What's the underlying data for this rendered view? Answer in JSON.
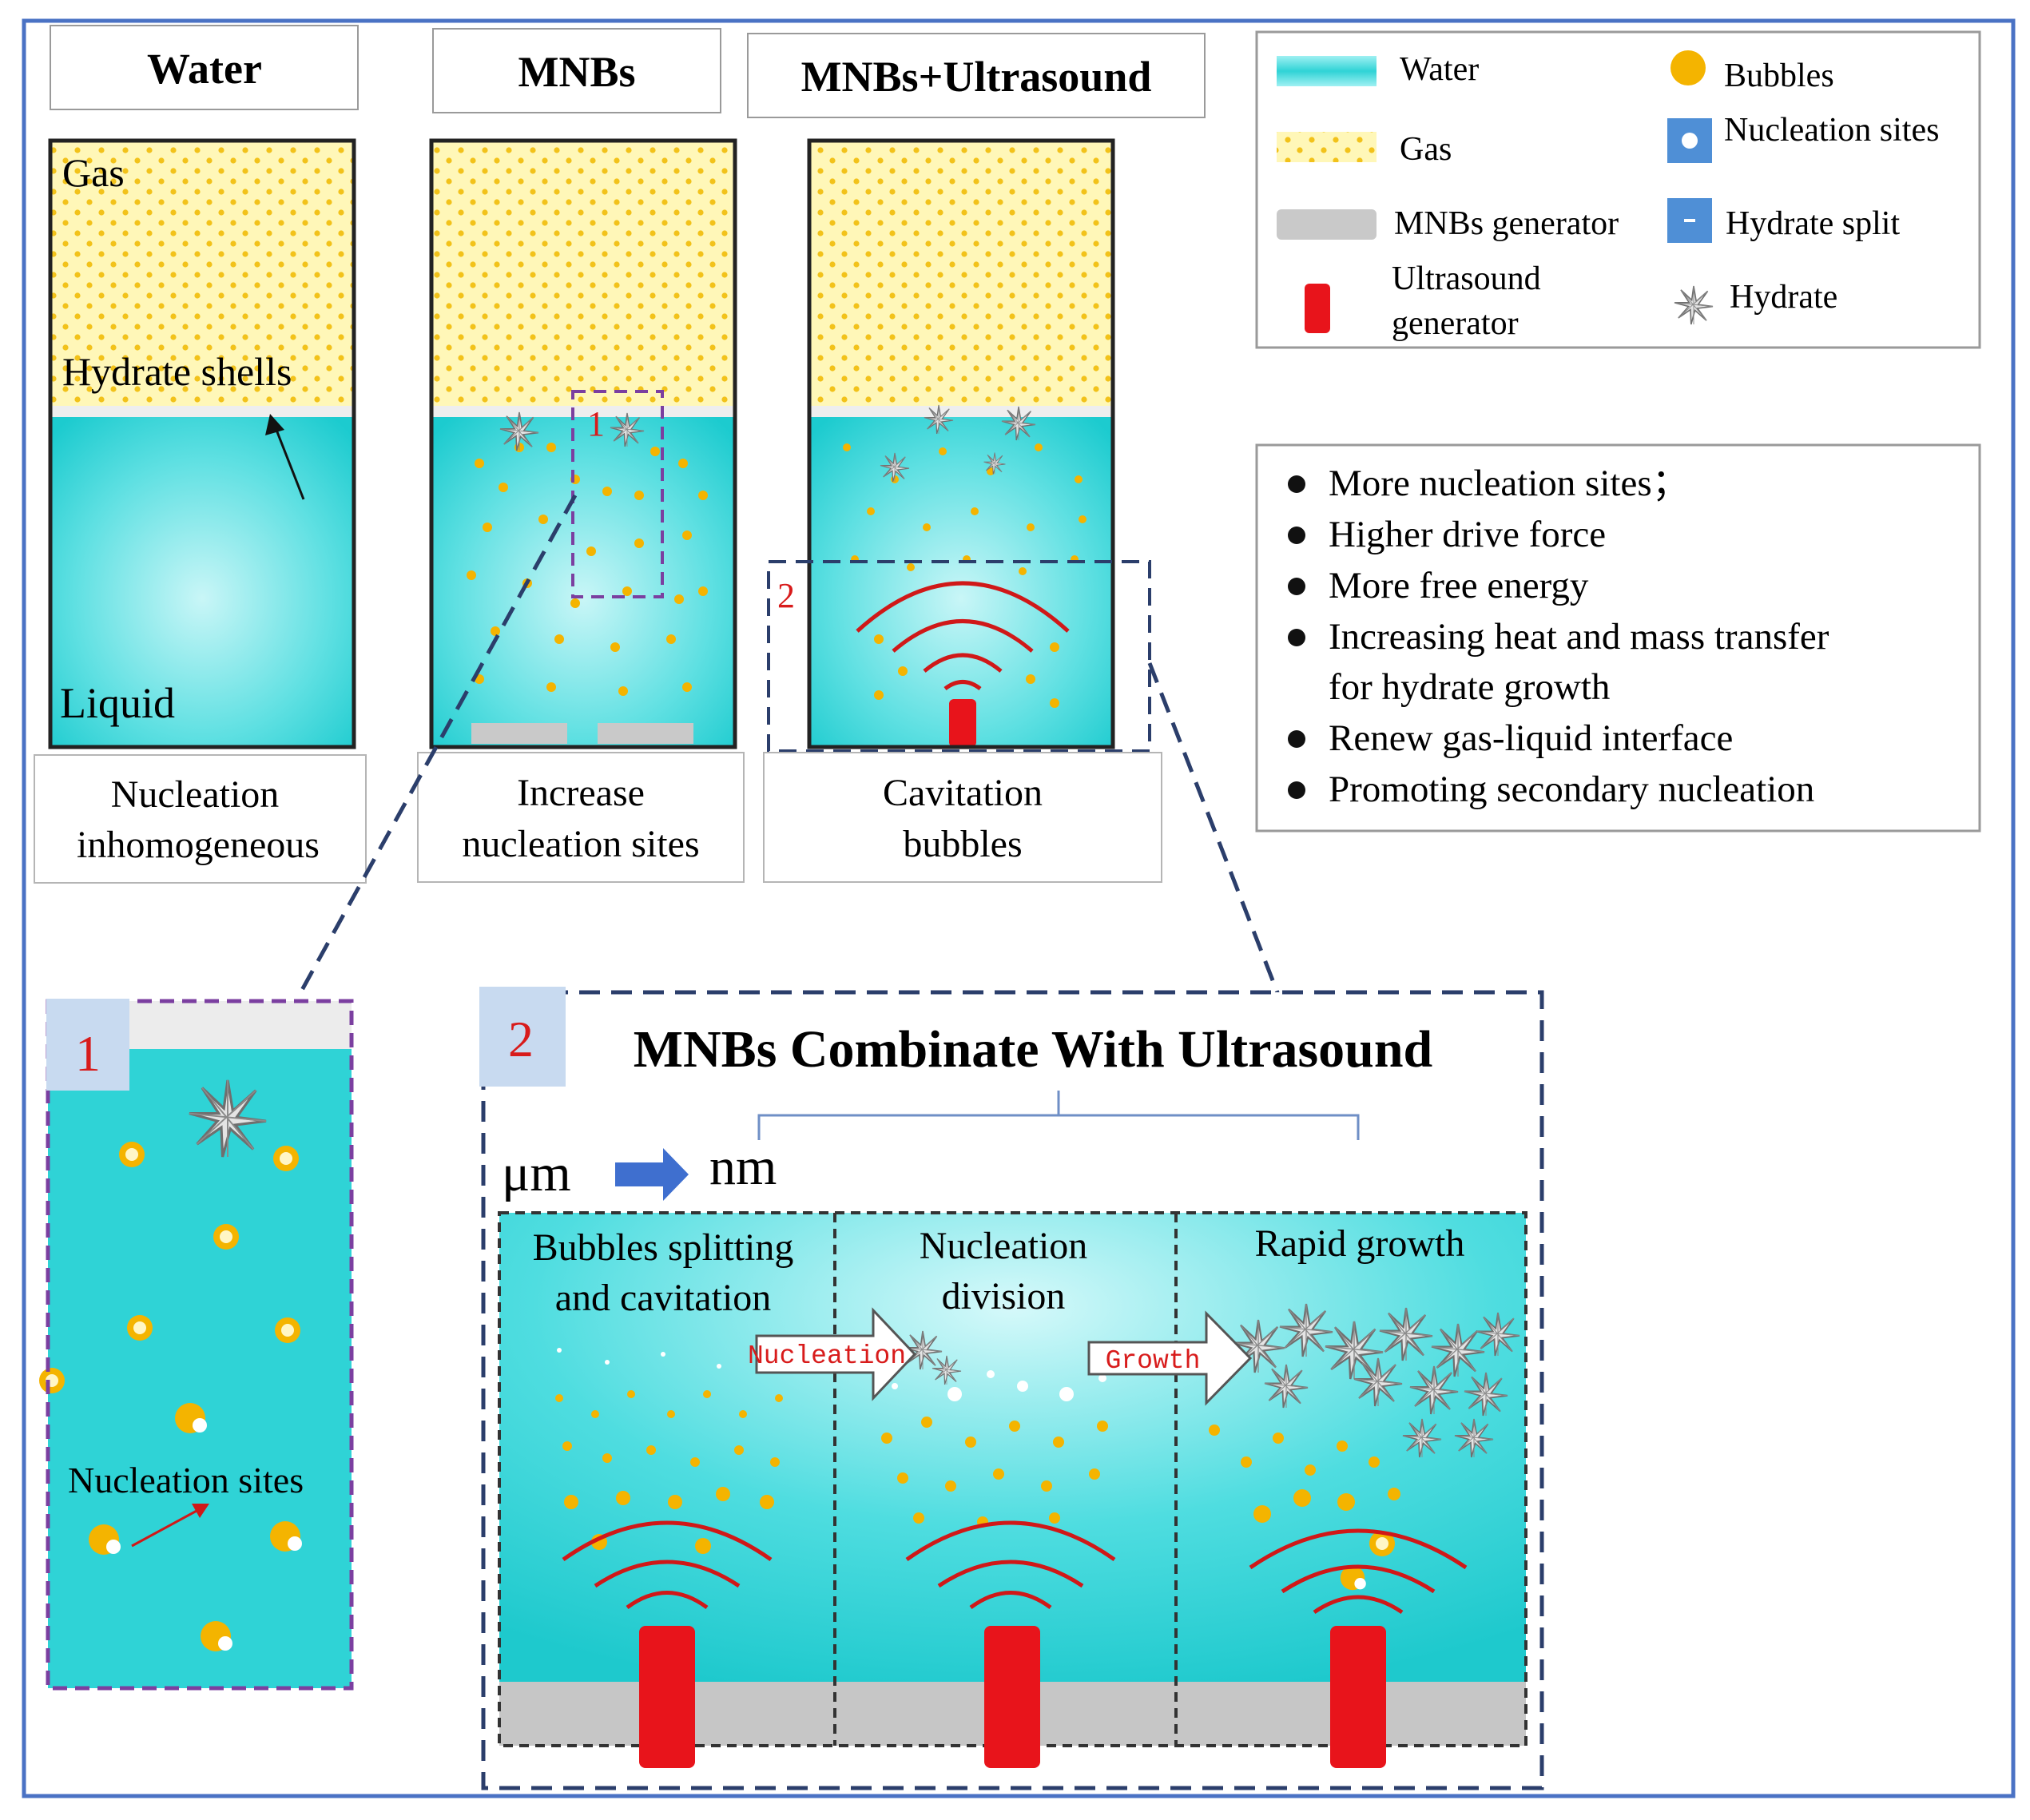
{
  "columns": [
    {
      "title": "Water",
      "caption_line1": "Nucleation",
      "caption_line2": "inhomogeneous"
    },
    {
      "title": "MNBs",
      "caption_line1": "Increase",
      "caption_line2": "nucleation sites"
    },
    {
      "title": "MNBs+Ultrasound",
      "caption_line1": "Cavitation",
      "caption_line2": "bubbles"
    }
  ],
  "tank_labels": {
    "gas": "Gas",
    "shells": "Hydrate shells",
    "liquid": "Liquid"
  },
  "markers": {
    "one": "1",
    "two": "2"
  },
  "legend": {
    "water": "Water",
    "gas": "Gas",
    "generator": "MNBs generator",
    "ultrasound_line1": "Ultrasound",
    "ultrasound_line2": "generator",
    "bubbles": "Bubbles",
    "nucleation_sites": "Nucleation sites",
    "hydrate_split": "Hydrate  split",
    "hydrate": "Hydrate"
  },
  "benefits": [
    "More nucleation sites；",
    "Higher drive force",
    "More free energy",
    "Increasing heat and mass transfer",
    "for hydrate growth",
    "Renew gas-liquid interface",
    "Promoting secondary nucleation"
  ],
  "inset1": {
    "label": "Nucleation sites"
  },
  "inset2": {
    "title": "MNBs Combinate With Ultrasound",
    "scale_from": "μm",
    "scale_to": "nm",
    "stage1_line1": "Bubbles splitting",
    "stage1_line2": "and cavitation",
    "stage2_line1": "Nucleation",
    "stage2_line2": "division",
    "stage3": "Rapid growth",
    "arrow1": "Nucleation",
    "arrow2": "Growth"
  },
  "colors": {
    "water": "#2fd3d6",
    "water_light": "#c8f5f6",
    "gas": "#fff7b8",
    "gas_dot": "#f2c21a",
    "bubble": "#f4b400",
    "generator": "#c9c9c9",
    "ultrasound": "#e8141b",
    "wave": "#d01818",
    "frame": "#4a72c4",
    "purple": "#7b3fa0",
    "navy": "#2b3e6b",
    "legend_blue": "#4f8fd6"
  },
  "icons": [
    "bubble-icon",
    "nucleation-site-icon",
    "hydrate-split-icon",
    "hydrate-crystal-icon",
    "ultrasound-generator-icon",
    "arrow-right-icon"
  ]
}
